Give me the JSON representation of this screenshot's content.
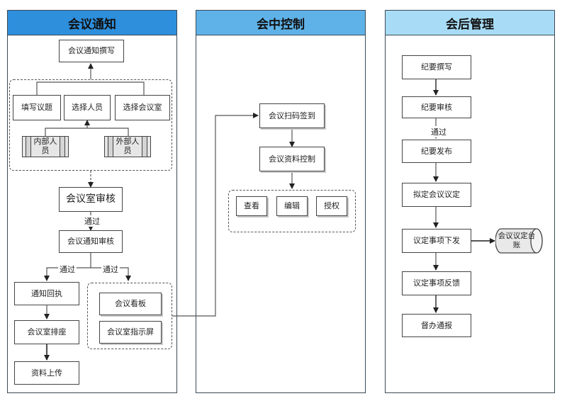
{
  "lanes": {
    "notice": {
      "title": "会议通知",
      "color": "#2e8fdc"
    },
    "control": {
      "title": "会中控制",
      "color": "#5fb2e8"
    },
    "after": {
      "title": "会后管理",
      "color": "#a8dcf6"
    }
  },
  "notice": {
    "compose": "会议通知撰写",
    "fill_topic": "填写议题",
    "select_people": "选择人员",
    "select_room": "选择会议室",
    "internal": "内部人员",
    "external": "外部人员",
    "room_review": "会议室审核",
    "pass1": "通过",
    "notice_review": "会议通知审核",
    "pass2": "通过",
    "pass3": "通过",
    "receipt": "通知回执",
    "seating": "会议室排座",
    "upload": "资料上传",
    "board": "会议看板",
    "room_screen": "会议室指示屏"
  },
  "control": {
    "signin": "会议扫码签到",
    "material": "会议资料控制",
    "view": "查看",
    "edit": "编辑",
    "grant": "授权"
  },
  "after": {
    "minutes_write": "纪要撰写",
    "minutes_review": "纪要审核",
    "pass": "通过",
    "minutes_publish": "纪要发布",
    "draft_decision": "拟定会议议定",
    "decision_issue": "议定事项下发",
    "ledger": "会议议定台账",
    "decision_feedback": "议定事项反馈",
    "supervise": "督办通报"
  }
}
